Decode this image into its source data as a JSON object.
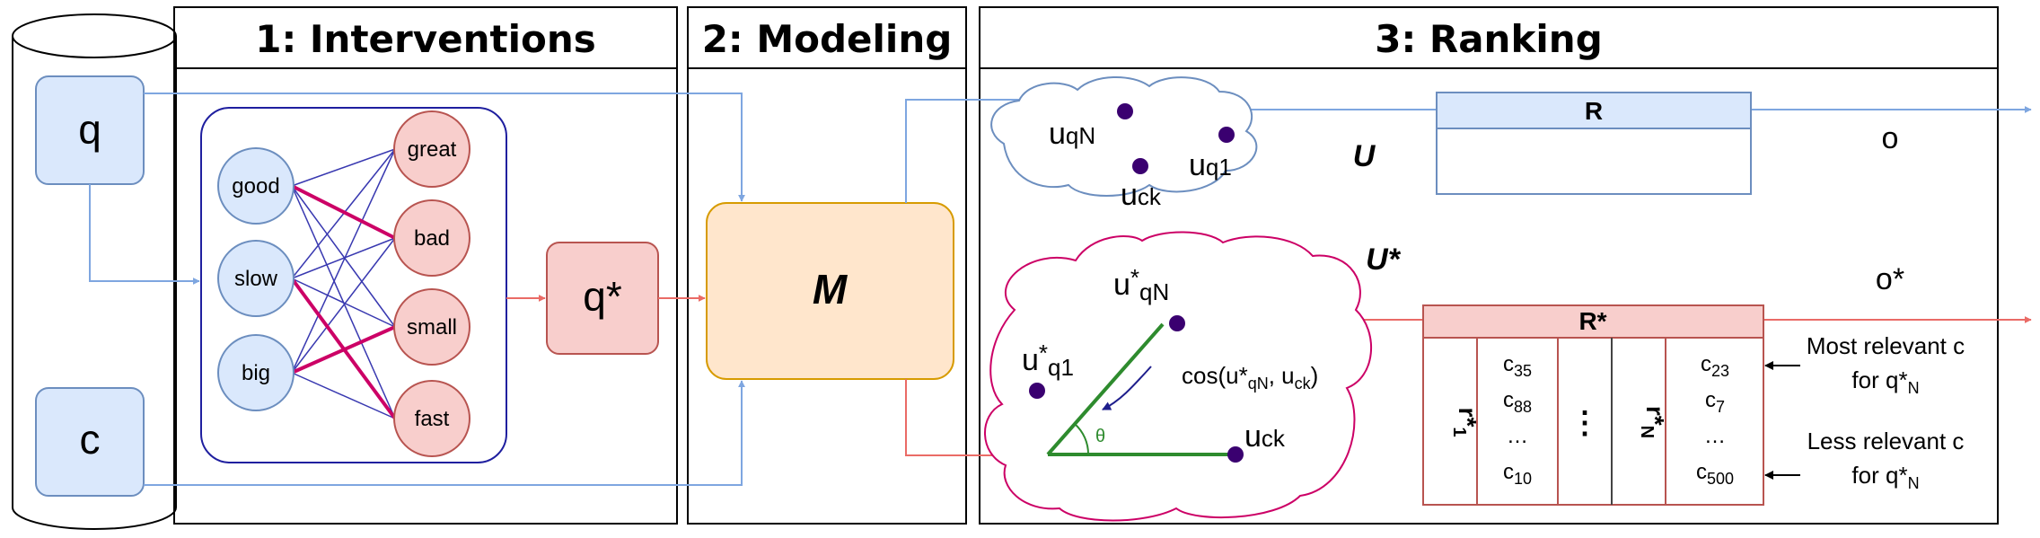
{
  "sections": {
    "interventions": "1: Interventions",
    "modeling": "2: Modeling",
    "ranking": "3: Ranking"
  },
  "inputs": {
    "q": "q",
    "c": "c"
  },
  "words_left": [
    "good",
    "slow",
    "big"
  ],
  "words_right": [
    "great",
    "bad",
    "small",
    "fast"
  ],
  "qstar": "q*",
  "model": "M",
  "spaces": {
    "U": "U",
    "Ustar": "U*",
    "u_qN": "u",
    "u_qN_sub": "qN",
    "u_q1": "u",
    "u_q1_sub": "q1",
    "u_ck": "u",
    "u_ck_sub": "ck",
    "us_qN": "u",
    "us_qN_sup": "*",
    "us_qN_sub": "qN",
    "us_q1": "u",
    "us_q1_sup": "*",
    "us_q1_sub": "q1",
    "us_ck": "u",
    "us_ck_sub": "ck",
    "theta": "θ",
    "cos_a": "cos(u*",
    "cos_b": "qN",
    "cos_c": ", u",
    "cos_d": "ck",
    "cos_e": ")"
  },
  "rankings": {
    "R": "R",
    "Rstar": "R*",
    "r1": "r*",
    "r1_sub": "1",
    "rN": "r*",
    "rN_sub": "N",
    "dots": "⋮",
    "col1": [
      {
        "b": "c",
        "s": "35"
      },
      {
        "b": "c",
        "s": "88"
      },
      {
        "b": "…",
        "s": ""
      },
      {
        "b": "c",
        "s": "10"
      }
    ],
    "col2": [
      {
        "b": "c",
        "s": "23"
      },
      {
        "b": "c",
        "s": "7"
      },
      {
        "b": "…",
        "s": ""
      },
      {
        "b": "c",
        "s": "500"
      }
    ]
  },
  "outputs": {
    "o": "o",
    "ostar": "o*"
  },
  "annotations": {
    "most_line1": "Most relevant c",
    "most_line2a": "for q*",
    "most_line2b": "N",
    "less_line1": "Less relevant c",
    "less_line2a": "for q*",
    "less_line2b": "N"
  },
  "colors": {
    "blue_fill": "#dae8fc",
    "blue_stroke": "#6c8ebf",
    "red_fill": "#f8cecc",
    "red_stroke": "#b85450",
    "orange_fill": "#ffe6cc",
    "orange_stroke": "#d79b00",
    "magenta": "#cc0066",
    "purple": "#3a0070",
    "green": "#2e8b2e",
    "navy": "#1e1e8c",
    "arrow_blue": "#7ea6e0",
    "arrow_red": "#ea6b66"
  }
}
